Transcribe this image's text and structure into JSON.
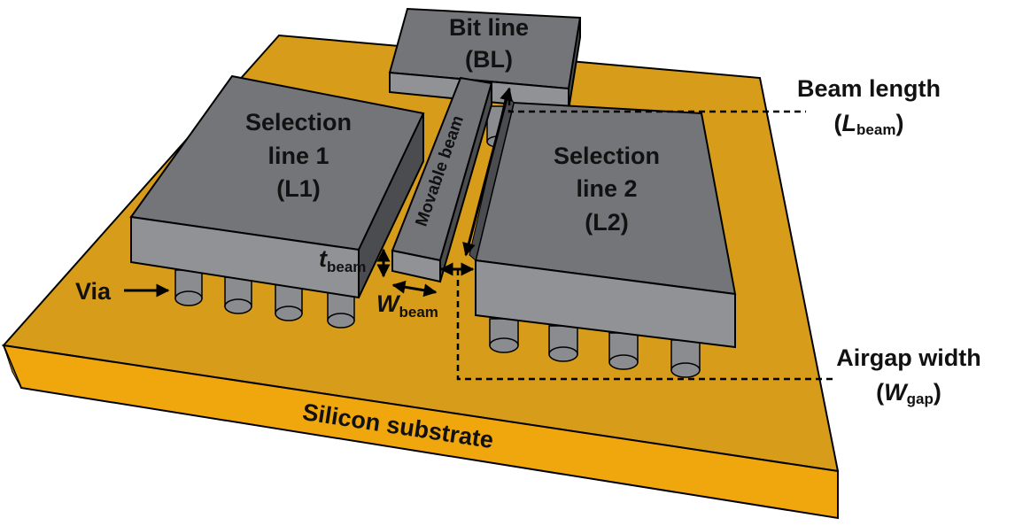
{
  "diagram": {
    "colors": {
      "substrate_top": "#D69C1A",
      "substrate_front": "#F0A70E",
      "substrate_side": "#B37F12",
      "block_top": "#737579",
      "block_front": "#909296",
      "block_side": "#4A4C50",
      "via": "#8A8C90",
      "line": "#000000"
    },
    "blocks": {
      "bit_line": {
        "name": "Bit line",
        "abbr": "(BL)"
      },
      "selection_line_1": {
        "line1": "Selection",
        "line2": "line 1",
        "abbr": "(L1)"
      },
      "selection_line_2": {
        "line1": "Selection",
        "line2": "line 2",
        "abbr": "(L2)"
      },
      "beam": {
        "label": "Movable beam"
      }
    },
    "labels": {
      "beam_length": {
        "text": "Beam length",
        "paren_open": "(",
        "symbol": "L",
        "subscript": "beam",
        "paren_close": ")"
      },
      "airgap_width": {
        "text": "Airgap width",
        "paren_open": "(",
        "symbol": "W",
        "subscript": "gap",
        "paren_close": ")"
      },
      "t_beam": {
        "symbol": "t",
        "subscript": "beam"
      },
      "w_beam": {
        "symbol": "W",
        "subscript": "beam"
      },
      "via": "Via",
      "substrate": "Silicon substrate"
    },
    "icons": [
      "arrow-right-icon",
      "double-arrow-icon"
    ]
  }
}
